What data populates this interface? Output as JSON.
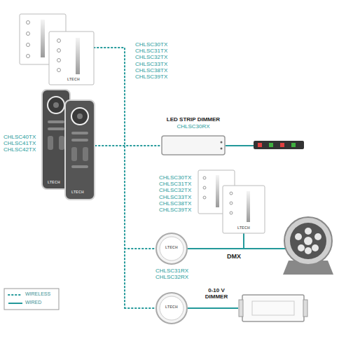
{
  "diagram": {
    "nodes": [
      {
        "text": [
          "LED STRIP DIMMER",
          "CHLSC30RX"
        ]
      },
      {
        "text": [
          "LTECH",
          "CHLSC31RX CHLSC32RX"
        ]
      },
      {
        "text": [
          "LTECH"
        ]
      },
      {
        "text": [
          "0-10 V DIMMER"
        ]
      }
    ],
    "edges": [
      {
        "from": 2,
        "to": 3,
        "arrow": "none"
      }
    ],
    "labels": [
      "CHLSC30TX",
      "CHLSC31TX",
      "CHLSC32TX",
      "CHLSC33TX",
      "CHLSC38TX",
      "CHLSC39TX",
      "LTECH",
      "CHLSC40TX",
      "CHLSC41TX",
      "CHLSC42TX",
      "LTECH",
      "LTECH",
      "CHLSC30TX",
      "CHLSC31TX",
      "CHLSC32TX",
      "CHLSC33TX",
      "CHLSC38TX",
      "CHLSC39TX",
      "LTECH",
      "DMX"
    ],
    "legend": [
      {
        "text": "WIRELESS"
      },
      {
        "text": "WIRED"
      }
    ]
  }
}
